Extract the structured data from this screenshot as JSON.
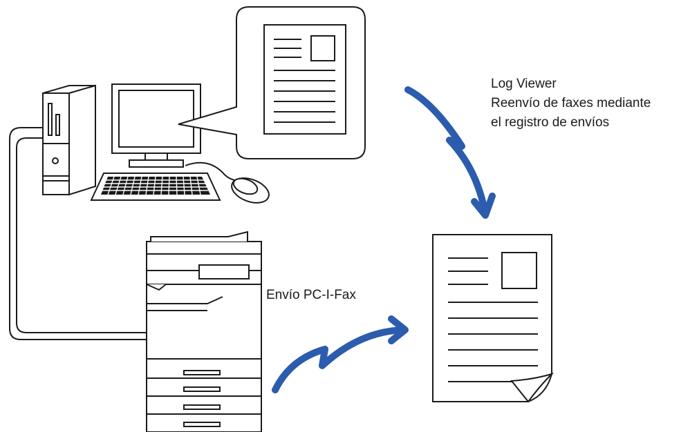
{
  "labels": {
    "log_viewer": "Log Viewer",
    "forward_line1": "Reenvío de faxes mediante",
    "forward_line2": "el registro de envíos",
    "pc_ifax": "Envío PC-I-Fax"
  },
  "colors": {
    "arrow": "#2b5cad",
    "outline": "#1a1a1a",
    "background": "#ffffff"
  },
  "icons": [
    "computer-tower-icon",
    "monitor-icon",
    "keyboard-icon",
    "mouse-icon",
    "speech-bubble-icon",
    "document-icon",
    "printer-icon",
    "lightning-arrow-icon"
  ]
}
